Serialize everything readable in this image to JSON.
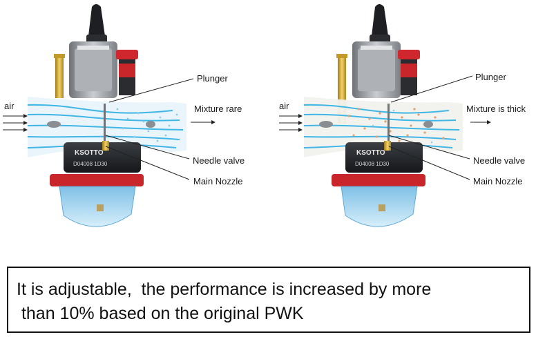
{
  "left_diagram": {
    "air_label": "air",
    "plunger_label": "Plunger",
    "mixture_label": "Mixture rare",
    "needle_label": "Needle valve",
    "nozzle_label": "Main Nozzle",
    "body_text": "D04008 1D30",
    "logo_text": "KSOTTO"
  },
  "right_diagram": {
    "air_label": "air",
    "plunger_label": "Plunger",
    "mixture_label": "Mixture is thick",
    "needle_label": "Needle valve",
    "nozzle_label": "Main Nozzle",
    "body_text": "D04008 1D30",
    "logo_text": "KSOTTO"
  },
  "caption": {
    "line1": "It is adjustable,  the performance is increased by more",
    "line2": " than 10% based on the original PWK"
  },
  "colors": {
    "airflow": "#3fb6e6",
    "body_red": "#c8262b",
    "bowl_blue": "#9fd3ef",
    "metal_gray": "#9a9ea3",
    "particles_rare": "#8ccbe6",
    "particles_thick": "#e0a070"
  }
}
